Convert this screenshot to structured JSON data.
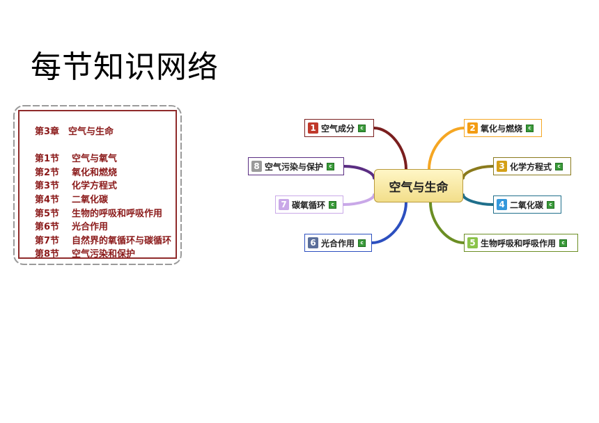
{
  "page_title": "每节知识网络",
  "outline": {
    "chapter": "第3章　空气与生命",
    "sections": [
      {
        "num": "第1节",
        "label": "空气与氧气"
      },
      {
        "num": "第2节",
        "label": "氧化和燃烧"
      },
      {
        "num": "第3节",
        "label": "化学方程式"
      },
      {
        "num": "第4节",
        "label": "二氧化碳"
      },
      {
        "num": "第5节",
        "label": "生物的呼吸和呼吸作用"
      },
      {
        "num": "第6节",
        "label": "光合作用"
      },
      {
        "num": "第7节",
        "label": "自然界的氧循环与碳循环"
      },
      {
        "num": "第8节",
        "label": "空气污染和保护"
      }
    ]
  },
  "mindmap": {
    "center": "空气与生命",
    "branches": [
      {
        "id": "1",
        "label": "空气成分",
        "color": "#c0392b",
        "line": "#7a1e1e"
      },
      {
        "id": "2",
        "label": "氧化与燃烧",
        "color": "#f39c12",
        "line": "#f5a623"
      },
      {
        "id": "3",
        "label": "化学方程式",
        "color": "#d4a017",
        "line": "#8a7a1c"
      },
      {
        "id": "4",
        "label": "二氧化碳",
        "color": "#3498db",
        "line": "#1f6f8b"
      },
      {
        "id": "5",
        "label": "生物呼吸和呼吸作用",
        "color": "#8bc34a",
        "line": "#6b8e23"
      },
      {
        "id": "6",
        "label": "光合作用",
        "color": "#5a6e9a",
        "line": "#2c4fbf"
      },
      {
        "id": "7",
        "label": "碳氧循环",
        "color": "#c9a8e8",
        "line": "#c9a8e8"
      },
      {
        "id": "8",
        "label": "空气污染与保护",
        "color": "#9a9a9a",
        "line": "#5a2d82"
      }
    ],
    "note_icon": "c",
    "note_icon_name": "note-icon"
  }
}
